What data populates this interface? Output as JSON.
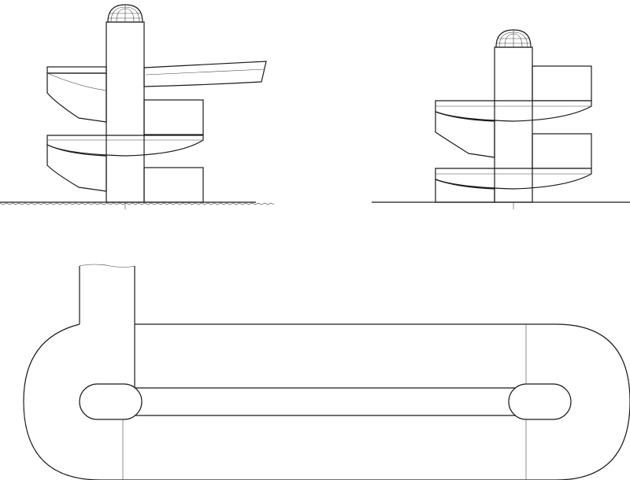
{
  "drawing": {
    "views": [
      {
        "id": "elevation-left",
        "kind": "elevation"
      },
      {
        "id": "elevation-right",
        "kind": "elevation"
      },
      {
        "id": "plan",
        "kind": "plan"
      }
    ]
  },
  "colors": {
    "line": "#1a1a1a",
    "hatch": "#333333",
    "background": "#ffffff"
  }
}
